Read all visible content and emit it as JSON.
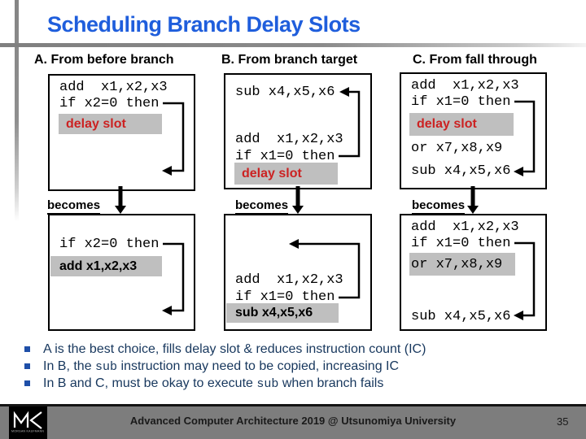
{
  "slide": {
    "title": "Scheduling Branch Delay Slots",
    "page_number": "35",
    "footer_text": "Advanced Computer Architecture 2019 @ Utsunomiya University",
    "logo": {
      "mark": "MK",
      "caption": "MORGAN KAUFMANN"
    }
  },
  "columns": [
    {
      "header": "A. From before branch",
      "becomes_label": "becomes"
    },
    {
      "header": "B. From branch target",
      "becomes_label": "becomes"
    },
    {
      "header": "C. From fall through",
      "becomes_label": "becomes"
    }
  ],
  "boxes": {
    "a_upper": {
      "l1": "add  x1,x2,x3",
      "l2": "if x2=0 then",
      "hl": "delay slot"
    },
    "a_lower": {
      "l1": "if x2=0 then",
      "hl": "add x1,x2,x3"
    },
    "b_upper": {
      "l1": "sub x4,x5,x6",
      "l2": "add  x1,x2,x3",
      "l3": "if x1=0 then",
      "hl": "delay slot"
    },
    "b_lower": {
      "l1": "add  x1,x2,x3",
      "l2": "if x1=0 then",
      "hl": "sub x4,x5,x6"
    },
    "c_upper": {
      "l1": "add  x1,x2,x3",
      "l2": "if x1=0 then",
      "hl": "delay slot",
      "l3": "or x7,x8,x9",
      "l4": "sub x4,x5,x6"
    },
    "c_lower": {
      "l1": "add  x1,x2,x3",
      "l2": "if x1=0 then",
      "hl": "or x7,x8,x9",
      "l3": "sub x4,x5,x6"
    }
  },
  "bullets": [
    {
      "segments": [
        {
          "text": "A is the best choice, fills delay slot & reduces instruction count (IC)",
          "mono": false
        }
      ]
    },
    {
      "segments": [
        {
          "text": "In B, the ",
          "mono": false
        },
        {
          "text": "sub",
          "mono": true
        },
        {
          "text": " instruction may need to be copied, increasing IC",
          "mono": false
        }
      ]
    },
    {
      "segments": [
        {
          "text": "In B and C, must be okay to execute ",
          "mono": false
        },
        {
          "text": "sub",
          "mono": true
        },
        {
          "text": " when branch fails",
          "mono": false
        }
      ]
    }
  ],
  "colors": {
    "title_blue": "#1F5EDC",
    "bullet_navy": "#17375D",
    "bullet_square_blue": "#1F4FA8",
    "delay_slot_red": "#CC2222",
    "highlight_gray": "#BFBFBF",
    "footer_gray": "#7D7D7D"
  }
}
